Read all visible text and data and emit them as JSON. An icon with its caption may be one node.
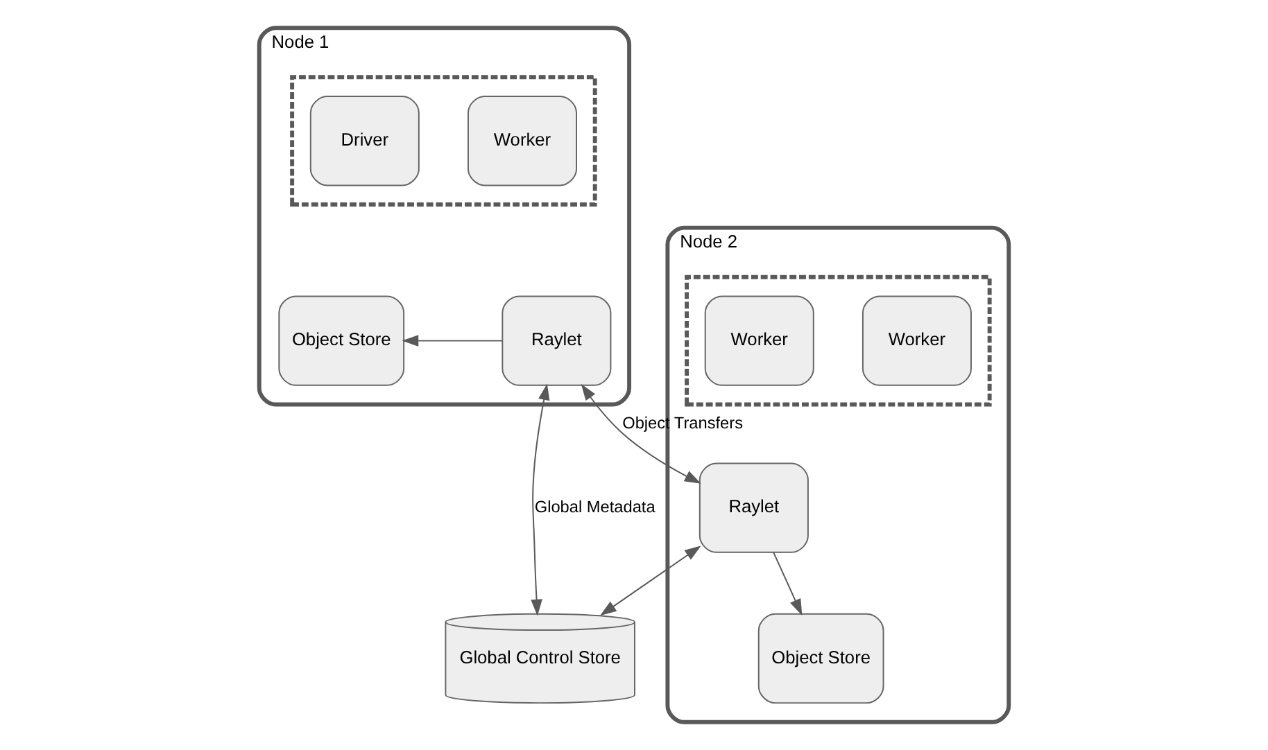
{
  "diagram": {
    "nodes": [
      {
        "text": [
          "Node 1"
        ]
      },
      {
        "text": [],
        "shape": "box",
        "in": 0
      },
      {
        "text": [
          "Driver"
        ],
        "in": 1
      },
      {
        "text": [
          "Worker"
        ],
        "in": 1
      },
      {
        "text": [
          "Object Store"
        ],
        "in": 0
      },
      {
        "text": [
          "Raylet"
        ],
        "in": 0
      },
      {
        "text": [
          "Node 2"
        ]
      },
      {
        "text": [],
        "shape": "box",
        "in": 6
      },
      {
        "text": [
          "Worker"
        ],
        "in": 7
      },
      {
        "text": [
          "Worker"
        ],
        "in": 7
      },
      {
        "text": [
          "Raylet"
        ],
        "in": 6
      },
      {
        "text": [
          "Object Store"
        ],
        "in": 6
      },
      {
        "text": [
          "Global Control Store"
        ]
      }
    ],
    "edges": [
      {
        "from": 5,
        "to": 4,
        "arrow": "to"
      },
      {
        "from": 5,
        "to": 10,
        "arrow": "both",
        "label": "Object Transfers"
      },
      {
        "from": 10,
        "to": 11,
        "arrow": "to"
      },
      {
        "from": 5,
        "to": 12,
        "arrow": "both",
        "label": "Global Metadata"
      },
      {
        "from": 10,
        "to": 12,
        "arrow": "both"
      }
    ]
  }
}
